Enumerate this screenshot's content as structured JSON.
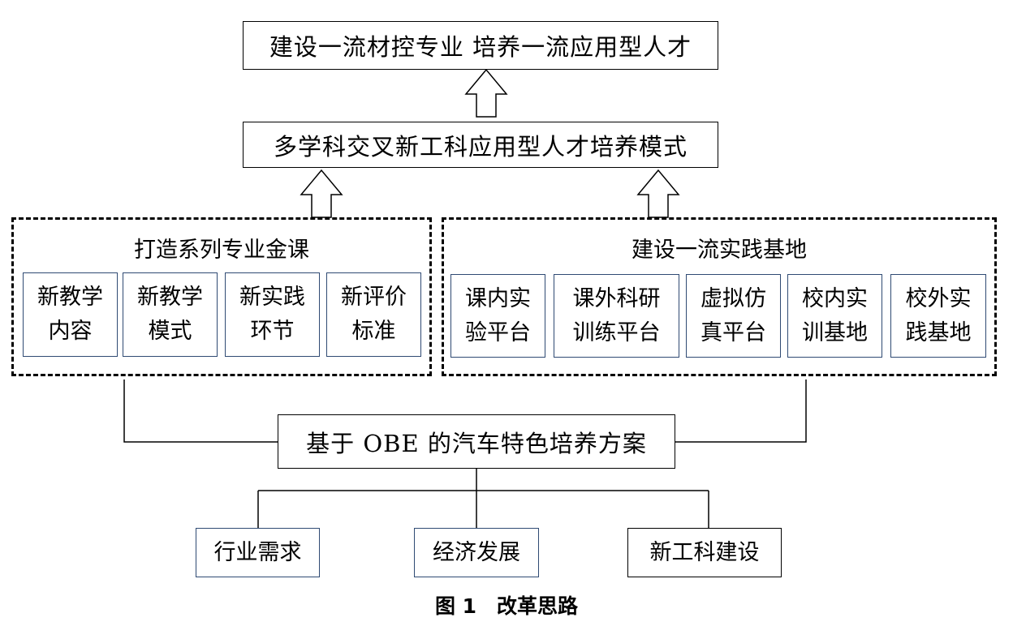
{
  "top_box": "建设一流材控专业 培养一流应用型人才",
  "mid_box": "多学科交叉新工科应用型人才培养模式",
  "left_group": {
    "title": "打造系列专业金课",
    "items": [
      {
        "line1": "新教学",
        "line2": "内容"
      },
      {
        "line1": "新教学",
        "line2": "模式"
      },
      {
        "line1": "新实践",
        "line2": "环节"
      },
      {
        "line1": "新评价",
        "line2": "标准"
      }
    ]
  },
  "right_group": {
    "title": "建设一流实践基地",
    "items": [
      {
        "line1": "课内实",
        "line2": "验平台"
      },
      {
        "line1": "课外科研",
        "line2": "训练平台"
      },
      {
        "line1": "虚拟仿",
        "line2": "真平台"
      },
      {
        "line1": "校内实",
        "line2": "训基地"
      },
      {
        "line1": "校外实",
        "line2": "践基地"
      }
    ]
  },
  "base_box": "基于 OBE 的汽车特色培养方案",
  "bottom_boxes": [
    "行业需求",
    "经济发展",
    "新工科建设"
  ],
  "caption": "图 1　改革思路"
}
